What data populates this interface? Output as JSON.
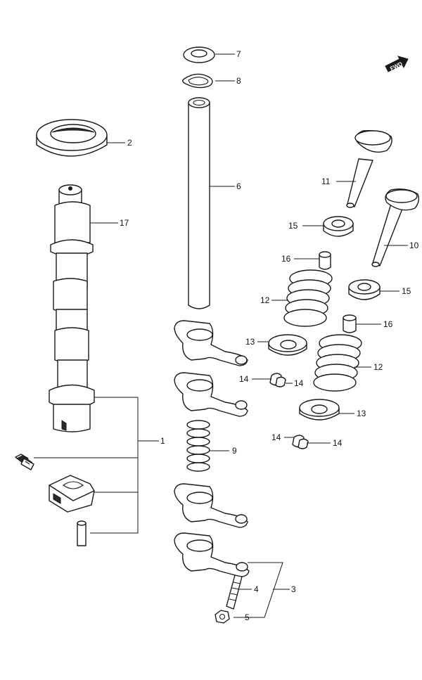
{
  "fwd_label": "FWD",
  "callouts": {
    "c1": "1",
    "c2": "2",
    "c3": "3",
    "c4": "4",
    "c5": "5",
    "c6": "6",
    "c7": "7",
    "c8": "8",
    "c9": "9",
    "c10": "10",
    "c11": "11",
    "c12a": "12",
    "c12b": "12",
    "c13a": "13",
    "c13b": "13",
    "c14a": "14",
    "c14b": "14",
    "c14c": "14",
    "c14d": "14",
    "c15a": "15",
    "c15b": "15",
    "c16a": "16",
    "c16b": "16",
    "c17": "17"
  }
}
